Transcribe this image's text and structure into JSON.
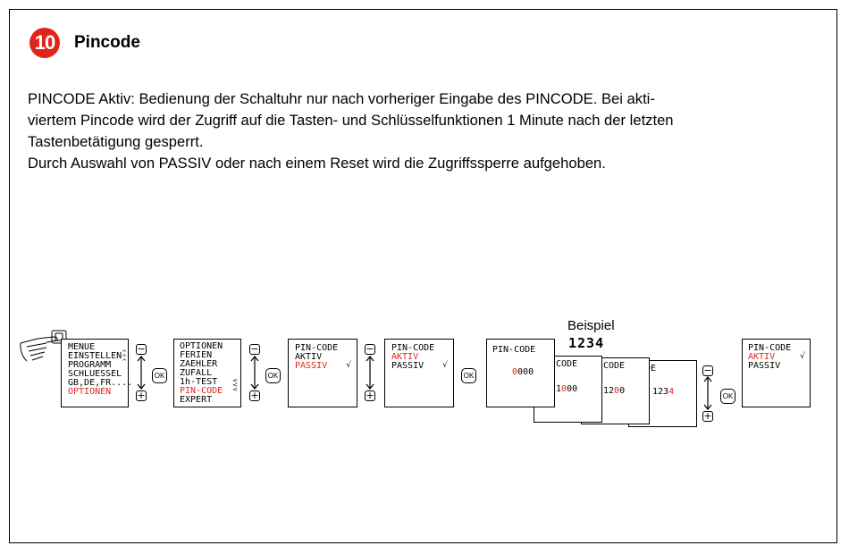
{
  "header": {
    "step_number": "10",
    "title": "Pincode"
  },
  "description": {
    "lines": [
      "PINCODE Aktiv: Bedienung der Schaltuhr nur nach vorheriger Eingabe des PINCODE. Bei akti-",
      "viertem Pincode wird der Zugriff auf die Tasten- und Schlüsselfunktionen 1 Minute nach der letzten",
      "Tastenbetätigung gesperrt.",
      "Durch Auswahl von PASSIV oder nach einem Reset wird die Zugriffssperre aufgehoben."
    ]
  },
  "buttons": {
    "ok": "OK",
    "minus": "−",
    "plus": "+"
  },
  "displays": {
    "menu": [
      "MENUE",
      "EINSTELLEN",
      "PROGRAMM",
      "SCHLUESSEL",
      "GB,DE,FR....",
      "OPTIONEN"
    ],
    "options": [
      "OPTIONEN",
      "FERIEN",
      "ZAEHLER",
      "ZUFALL",
      "1h-TEST",
      "PIN-CODE",
      "EXPERT"
    ],
    "pin_select_passive": [
      "PIN-CODE",
      "AKTIV",
      "PASSIV"
    ],
    "pin_select_active": [
      "PIN-CODE",
      "AKTIV",
      "PASSIV"
    ],
    "code_entry": {
      "title": "PIN-CODE",
      "code_label": "CODE",
      "step1": "0000",
      "step2": "1000",
      "step3": "1200",
      "step4": "1234"
    },
    "final": [
      "PIN-CODE",
      "AKTIV",
      "PASSIV"
    ]
  },
  "example": {
    "label": "Beispiel",
    "code": "1234"
  },
  "colors": {
    "accent": "#e2231a",
    "text": "#000000"
  },
  "icons": [
    "hand-press-icon",
    "checkmark-icon",
    "up-down-arrow-icon",
    "scroll-arrows-icon"
  ]
}
